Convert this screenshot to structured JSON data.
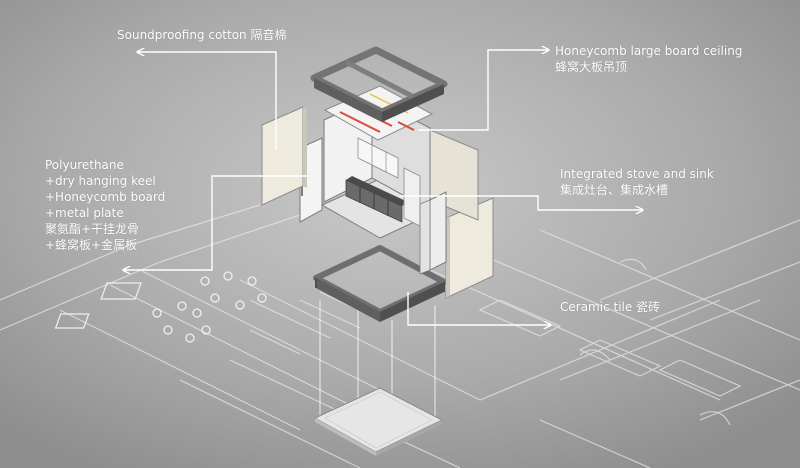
{
  "labels": {
    "soundproofing": "Soundproofing cotton 隔音棉",
    "ceiling_en": "Honeycomb large board ceiling",
    "ceiling_cn": "蜂窝大板吊顶",
    "stove_en": "Integrated stove and sink",
    "stove_cn": "集成灶台、集成水槽",
    "tile": "Ceramic tile 瓷砖",
    "poly": [
      "Polyurethane",
      "+dry hanging keel",
      "+Honeycomb board",
      "+metal plate",
      "聚氨酯+干挂龙骨",
      "+蜂窝板+金属板"
    ]
  },
  "colors": {
    "background": "#9c9c9c",
    "label_text": "#ffffff",
    "leader_line": "#ffffff",
    "frame": "#6e6e6e",
    "panel": "#eeeade",
    "accent_red": "#d94a3a"
  }
}
